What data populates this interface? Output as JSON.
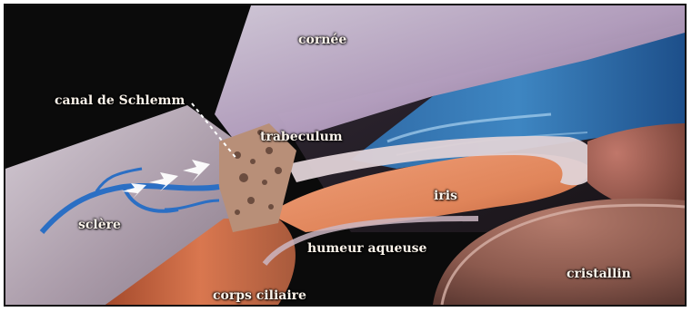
{
  "labels": {
    "cornee": "cornée",
    "canal_schlemm": "canal de Schlemm",
    "trabeculum": "trabeculum",
    "iris": "iris",
    "sclere": "sclère",
    "humeur_aqueuse": "humeur aqueuse",
    "cristallin": "cristallin",
    "corps_ciliaire": "corps ciliaire"
  },
  "colors": {
    "background": "#0b0b0b",
    "cornea": "#c9b7cf",
    "sclera": "#b8a9b6",
    "iris_blue": "#3e86c2",
    "iris_orange": "#e0855a",
    "ciliary_body": "#c96a45",
    "lens": "#8c5a4e",
    "schlemm_canal": "#2b6fc4",
    "aqueous_flow_arrows": "#ffffff"
  }
}
